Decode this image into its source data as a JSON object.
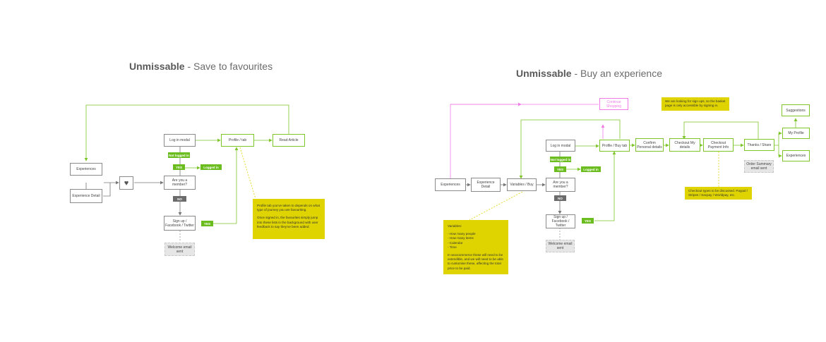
{
  "left": {
    "title_bold": "Unmissable",
    "title_rest": " - Save to favourites",
    "boxes": {
      "experiences": "Experiences",
      "experience_detail": "Experience Detail",
      "log_in_modal": "Log in modal",
      "profile_tab": "Profile / tab",
      "read_article": "Read Article",
      "are_you_member": "Are you a member?",
      "sign_up": "Sign up / Facebook / Twitter",
      "welcome_email": "Welcome email sent"
    },
    "tags": {
      "not_logged_in": "Not logged in",
      "yes_top": "YES",
      "logged_in": "Logged in",
      "no": "NO",
      "yes_bottom": "YES"
    },
    "heart_icon": "heart-icon",
    "note": [
      "Profile tab you've taken to depends on what type of journey you are favouriting.",
      "Once signed in, the favourites simply jump into these lists in the background with user feedback to say they've been added."
    ]
  },
  "right": {
    "title_bold": "Unmissable",
    "title_rest": " - Buy an experience",
    "boxes": {
      "experiences": "Experiences",
      "experience_detail": "Experience Detail",
      "variables_buy": "Variables / Buy",
      "are_you_member": "Are you a member?",
      "log_in_modal": "Log in modal",
      "sign_up": "Sign up / Facebook / Twitter",
      "welcome_email": "Welcome email sent",
      "continue_shopping": "Continue Shopping",
      "profile_buy_tab": "Profile / Buy tab",
      "confirm_personal": "Confirm Personal details",
      "checkout_my_details": "Checkout My details",
      "checkout_payment": "Checkout Payment Info",
      "thanks_share": "Thanks / Share",
      "order_summary": "Order Summary email sent",
      "suggestions": "Suggestions",
      "my_profile": "My Profile",
      "experiences_end": "Experiences"
    },
    "tags": {
      "not_logged_in": "Not logged in",
      "yes_top": "YES",
      "logged_in": "Logged in",
      "no": "NO",
      "yes_bottom": "YES"
    },
    "note_signup": "We are looking for sign ups, so the basket page is only accessible by signing in.",
    "note_checkout": "Checkout types to be discussed. Paypal / Stripes / Sacpay / Worldpay, etc.",
    "note_variables": [
      "Variables:",
      "- How many people\n- How many items\n- Calendar\n- Time",
      "In woocommerce these will need to be extendible, and we will need to be able to customise these, affecting the total price to be paid."
    ]
  },
  "colors": {
    "green": "#7ec52a",
    "pink": "#f07be6",
    "yellow": "#dfd400",
    "box_border": "#8a8a8a"
  }
}
